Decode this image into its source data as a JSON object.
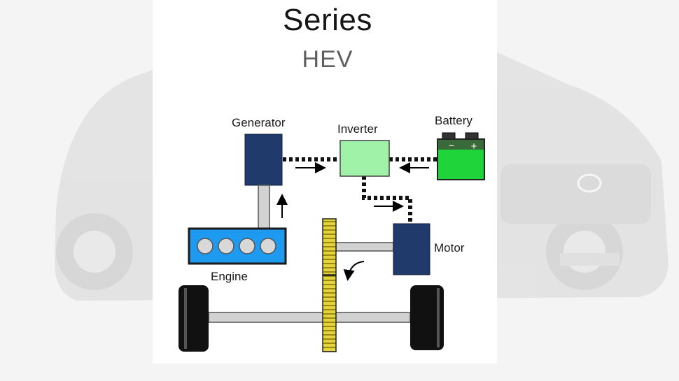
{
  "title": "Series",
  "subtitle": "HEV",
  "components": {
    "generator": "Generator",
    "inverter": "Inverter",
    "battery": "Battery",
    "motor": "Motor",
    "engine": "Engine"
  },
  "battery_terminals": {
    "negative": "−",
    "positive": "+"
  },
  "colors": {
    "generator": "#1f3a6b",
    "motor": "#1f3a6b",
    "inverter": "#9ff2a8",
    "battery": "#1fd43a",
    "engine": "#1e9bf0",
    "gear": "#e3d33c",
    "shaft": "#d2d2d2",
    "wheel": "#111111"
  },
  "icons": [
    "arrow-right-icon",
    "arrow-left-icon",
    "arrow-up-icon",
    "curved-arrow-icon"
  ]
}
